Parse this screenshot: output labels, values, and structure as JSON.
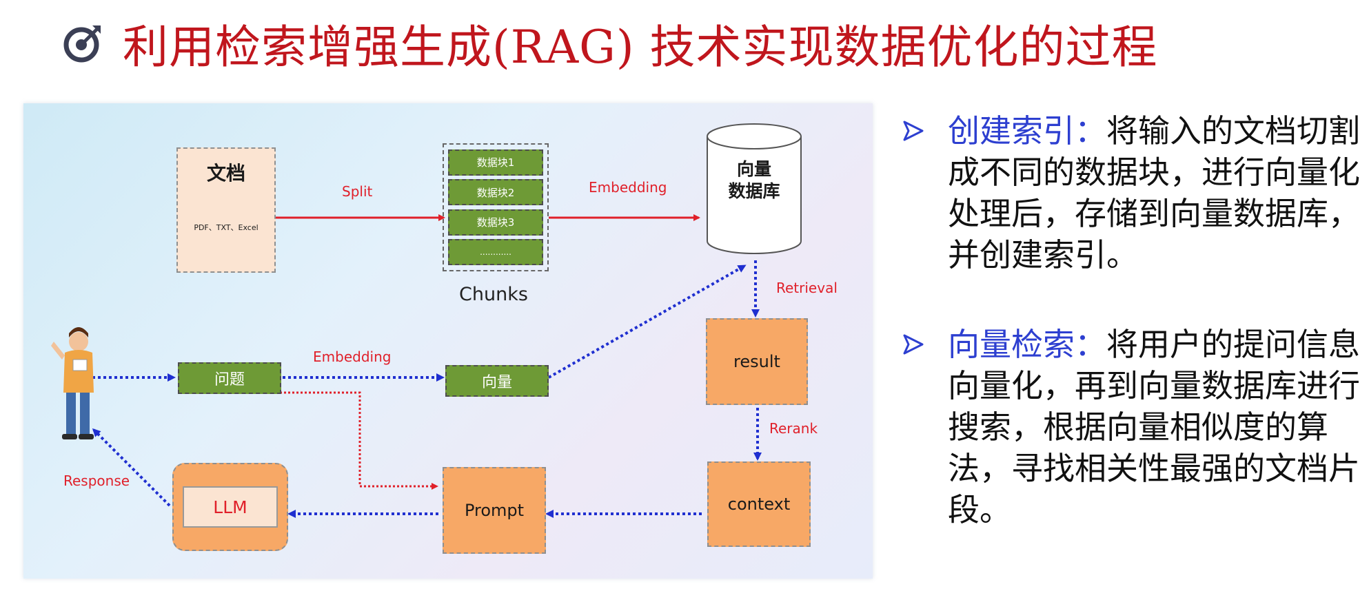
{
  "title": "利用检索增强生成(RAG) 技术实现数据优化的过程",
  "diagram": {
    "doc_title": "文档",
    "doc_types": "PDF、TXT、Excel",
    "split_label": "Split",
    "chunks": [
      "数据块1",
      "数据块2",
      "数据块3",
      "............"
    ],
    "chunks_label": "Chunks",
    "embedding_top": "Embedding",
    "vector_db_line1": "向量",
    "vector_db_line2": "数据库",
    "retrieval_label": "Retrieval",
    "result": "result",
    "rerank_label": "Rerank",
    "context": "context",
    "question": "问题",
    "embedding_mid": "Embedding",
    "vector": "向量",
    "prompt": "Prompt",
    "llm": "LLM",
    "response_label": "Response"
  },
  "notes": [
    {
      "head": "创建索引：",
      "body": "将输入的文档切割成不同的数据块，进行向量化处理后，存储到向量数据库，并创建索引。"
    },
    {
      "head": "向量检索：",
      "body": "将用户的提问信息向量化，再到向量数据库进行搜索，根据向量相似度的算法，寻找相关性最强的文档片段。"
    }
  ],
  "colors": {
    "title": "#c0161d",
    "note_head": "#2d3fd0",
    "arrow_red": "#e0202a",
    "arrow_blue": "#1f2fd0",
    "node_peach": "#f7a866",
    "node_green": "#6e9a36"
  }
}
